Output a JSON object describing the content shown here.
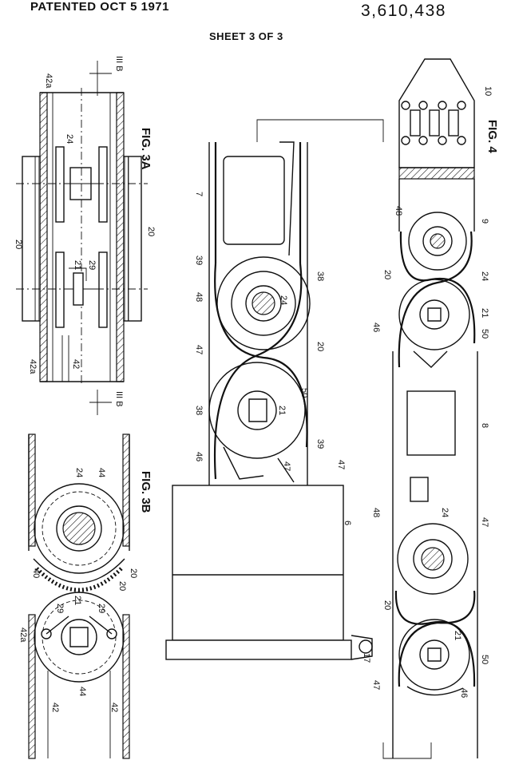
{
  "header": {
    "patented": "PATENTED OCT 5 1971",
    "patent_number": "3,610,438",
    "sheet": "SHEET 3 OF 3"
  },
  "figures": {
    "fig3a": {
      "title": "FIG. 3A",
      "labels": [
        "42a",
        "24",
        "20",
        "20",
        "21",
        "29",
        "42a",
        "42",
        "III B",
        "III B"
      ]
    },
    "fig3b": {
      "title": "FIG. 3B",
      "labels": [
        "24",
        "44",
        "40",
        "20",
        "20",
        "29",
        "21",
        "29",
        "42a",
        "44",
        "42",
        "42"
      ]
    },
    "center": {
      "labels": [
        "7",
        "39",
        "38",
        "48",
        "24",
        "47",
        "20",
        "50",
        "21",
        "38",
        "46",
        "47",
        "39",
        "47",
        "6",
        "17"
      ]
    },
    "fig4": {
      "title": "FIG. 4",
      "labels": [
        "10",
        "9",
        "48",
        "20",
        "24",
        "21",
        "46",
        "50",
        "8",
        "48",
        "24",
        "47",
        "20",
        "21",
        "50",
        "47",
        "46"
      ]
    }
  }
}
